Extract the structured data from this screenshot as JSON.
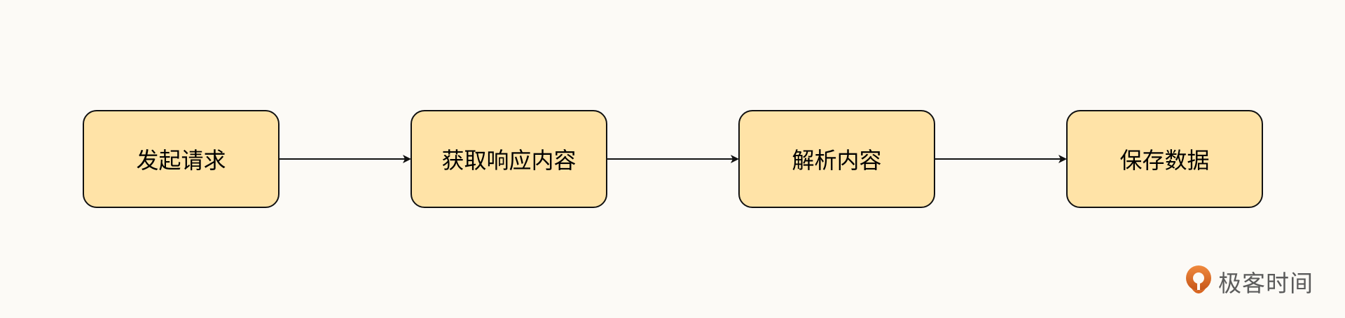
{
  "steps": [
    {
      "label": "发起请求"
    },
    {
      "label": "获取响应内容"
    },
    {
      "label": "解析内容"
    },
    {
      "label": "保存数据"
    }
  ],
  "brand": {
    "text": "极客时间",
    "logo_color_top": "#ee7d3a",
    "logo_color_bottom": "#c85a1c"
  },
  "colors": {
    "background": "#fcfaf6",
    "box_fill": "#ffe3a7",
    "stroke": "#111111"
  }
}
